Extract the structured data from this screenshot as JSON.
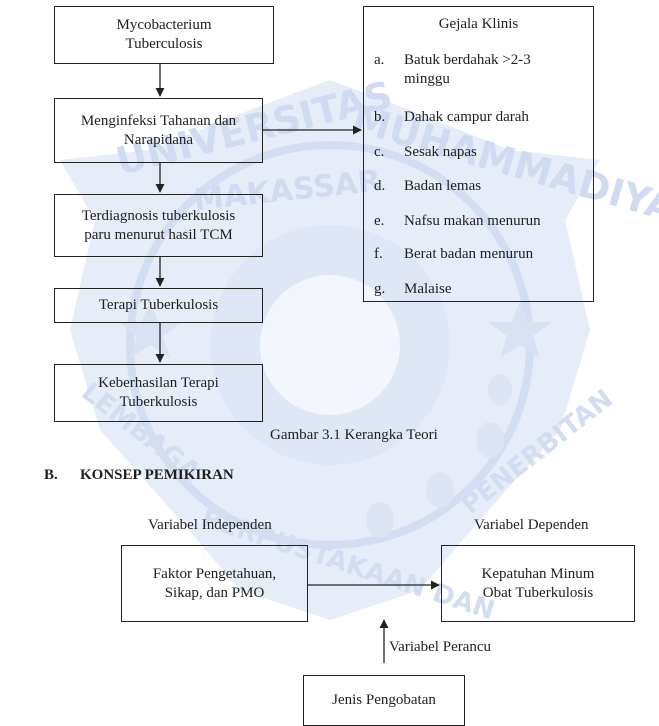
{
  "theory_flow": {
    "box1": [
      "Mycobacterium",
      "Tuberculosis"
    ],
    "box2": [
      "Menginfeksi Tahanan dan",
      "Narapidana"
    ],
    "box3": [
      "Terdiagnosis tuberkulosis",
      "paru menurut hasil TCM"
    ],
    "box4": [
      "Terapi Tuberkulosis"
    ],
    "box5": [
      "Keberhasilan Terapi",
      "Tuberkulosis"
    ]
  },
  "clinical": {
    "title": "Gejala Klinis",
    "items": [
      {
        "letter": "a.",
        "text": "Batuk berdahak >2-3 minggu"
      },
      {
        "letter": "b.",
        "text": "Dahak campur darah"
      },
      {
        "letter": "c.",
        "text": "Sesak napas"
      },
      {
        "letter": "d.",
        "text": "Badan lemas"
      },
      {
        "letter": "e.",
        "text": "Nafsu makan menurun"
      },
      {
        "letter": "f.",
        "text": "Berat badan menurun"
      },
      {
        "letter": "g.",
        "text": "Malaise"
      }
    ]
  },
  "figure_caption": "Gambar 3.1 Kerangka Teori",
  "section": {
    "number": "B.",
    "title": "KONSEP PEMIKIRAN"
  },
  "concept": {
    "independent_label": "Variabel Independen",
    "dependent_label": "Variabel Dependen",
    "confounding_label": "Variabel Perancu",
    "independent_box": [
      "Faktor Pengetahuan,",
      "Sikap, dan PMO"
    ],
    "dependent_box": [
      "Kepatuhan Minum",
      "Obat Tuberkulosis"
    ],
    "confounding_box": [
      "Jenis Pengobatan"
    ]
  },
  "watermark": {
    "text_top": "UNIVERSITAS MUHAMMADIYAH MAKASSAR",
    "text_bottom": "LEMBAGA PERPUSTAKAAN DAN PENERBITAN",
    "color": "#c7d3ee"
  }
}
